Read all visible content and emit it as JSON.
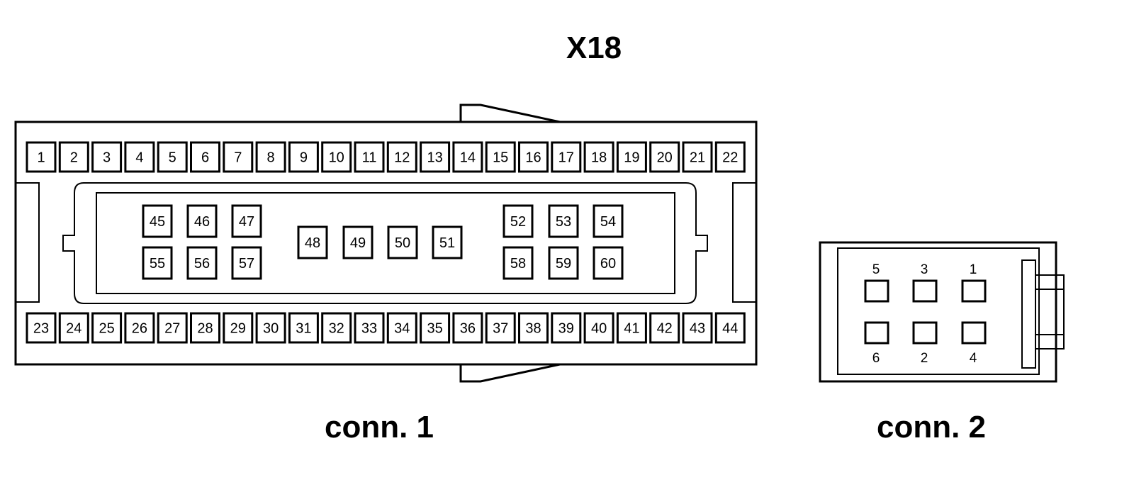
{
  "title": "X18",
  "conn1": {
    "label": "conn. 1",
    "top_row": [
      "1",
      "2",
      "3",
      "4",
      "5",
      "6",
      "7",
      "8",
      "9",
      "10",
      "11",
      "12",
      "13",
      "14",
      "15",
      "16",
      "17",
      "18",
      "19",
      "20",
      "21",
      "22"
    ],
    "bottom_row": [
      "23",
      "24",
      "25",
      "26",
      "27",
      "28",
      "29",
      "30",
      "31",
      "32",
      "33",
      "34",
      "35",
      "36",
      "37",
      "38",
      "39",
      "40",
      "41",
      "42",
      "43",
      "44"
    ],
    "inner_left_top": [
      "45",
      "46",
      "47"
    ],
    "inner_left_bottom": [
      "55",
      "56",
      "57"
    ],
    "inner_middle": [
      "48",
      "49",
      "50",
      "51"
    ],
    "inner_right_top": [
      "52",
      "53",
      "54"
    ],
    "inner_right_bottom": [
      "58",
      "59",
      "60"
    ]
  },
  "conn2": {
    "label": "conn. 2",
    "top_labels": [
      "5",
      "3",
      "1"
    ],
    "bottom_labels": [
      "6",
      "2",
      "4"
    ]
  }
}
